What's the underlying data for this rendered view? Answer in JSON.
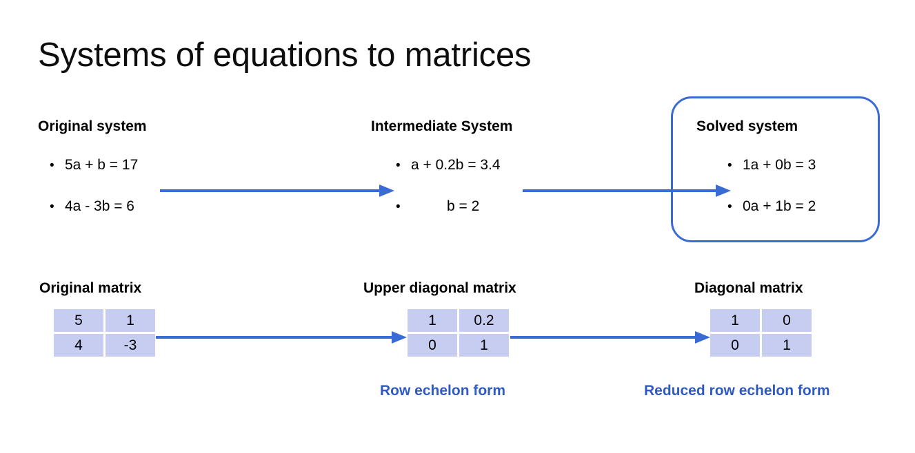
{
  "slide": {
    "title": "Systems of equations to matrices",
    "accent_blue": "#3a6ad4",
    "caption_blue": "#2f5ac2",
    "cell_fill": "#c6cdf0"
  },
  "systems": {
    "original": {
      "heading": "Original system",
      "equations": [
        "5a + b = 17",
        "4a - 3b = 6"
      ]
    },
    "intermediate": {
      "heading": "Intermediate System",
      "equations": [
        "a + 0.2b = 3.4",
        "b = 2"
      ]
    },
    "solved": {
      "heading": "Solved system",
      "equations": [
        "1a + 0b = 3",
        "0a + 1b = 2"
      ]
    }
  },
  "matrices": {
    "original": {
      "heading": "Original matrix",
      "rows": [
        [
          "5",
          "1"
        ],
        [
          "4",
          "-3"
        ]
      ],
      "caption": ""
    },
    "upper": {
      "heading": "Upper diagonal matrix",
      "rows": [
        [
          "1",
          "0.2"
        ],
        [
          "0",
          "1"
        ]
      ],
      "caption": "Row echelon form"
    },
    "diagonal": {
      "heading": "Diagonal matrix",
      "rows": [
        [
          "1",
          "0"
        ],
        [
          "0",
          "1"
        ]
      ],
      "caption": "Reduced row echelon form"
    }
  },
  "bullet": "•"
}
